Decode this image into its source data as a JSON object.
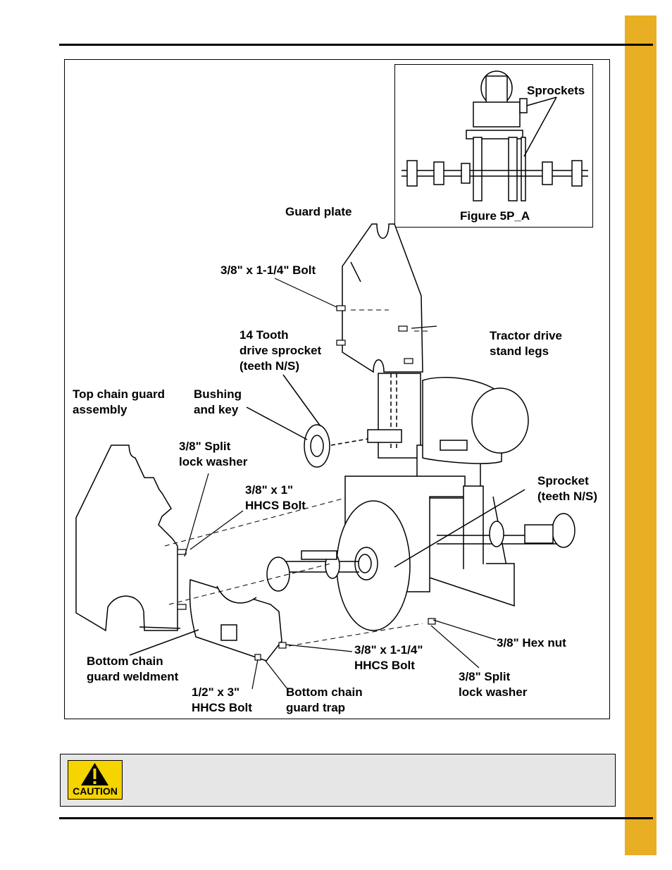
{
  "page": {
    "accent_color": "#e8ae24"
  },
  "figure": {
    "inset_caption": "Figure 5P_A",
    "labels": {
      "sprockets": "Sprockets",
      "guard_plate": "Guard plate",
      "bolt_3_8_x_1_1_4": "3/8\" x 1-1/4\" Bolt",
      "drive_sprocket": "14 Tooth\ndrive sprocket\n(teeth N/S)",
      "tractor_drive_stand_legs": "Tractor drive\nstand legs",
      "bushing_and_key": "Bushing\nand key",
      "top_chain_guard_assembly": "Top chain guard\nassembly",
      "split_lock_washer_top": "3/8\" Split\nlock washer",
      "hhcs_bolt_3_8_x_1": "3/8\" x 1\"\nHHCS Bolt",
      "sprocket_teeth": "Sprocket\n(teeth N/S)",
      "hex_nut": "3/8\" Hex nut",
      "bottom_chain_guard_weldment": "Bottom chain\nguard weldment",
      "hhcs_bolt_3_8_x_1_1_4": "3/8\" x 1-1/4\"\nHHCS Bolt",
      "split_lock_washer_bottom": "3/8\" Split\nlock washer",
      "hhcs_bolt_1_2_x_3": "1/2\" x 3\"\nHHCS Bolt",
      "bottom_chain_guard_trap": "Bottom chain\nguard trap"
    }
  },
  "caution": {
    "icon": "caution-warning-icon",
    "label": "CAUTION",
    "color": "#f5d400"
  }
}
